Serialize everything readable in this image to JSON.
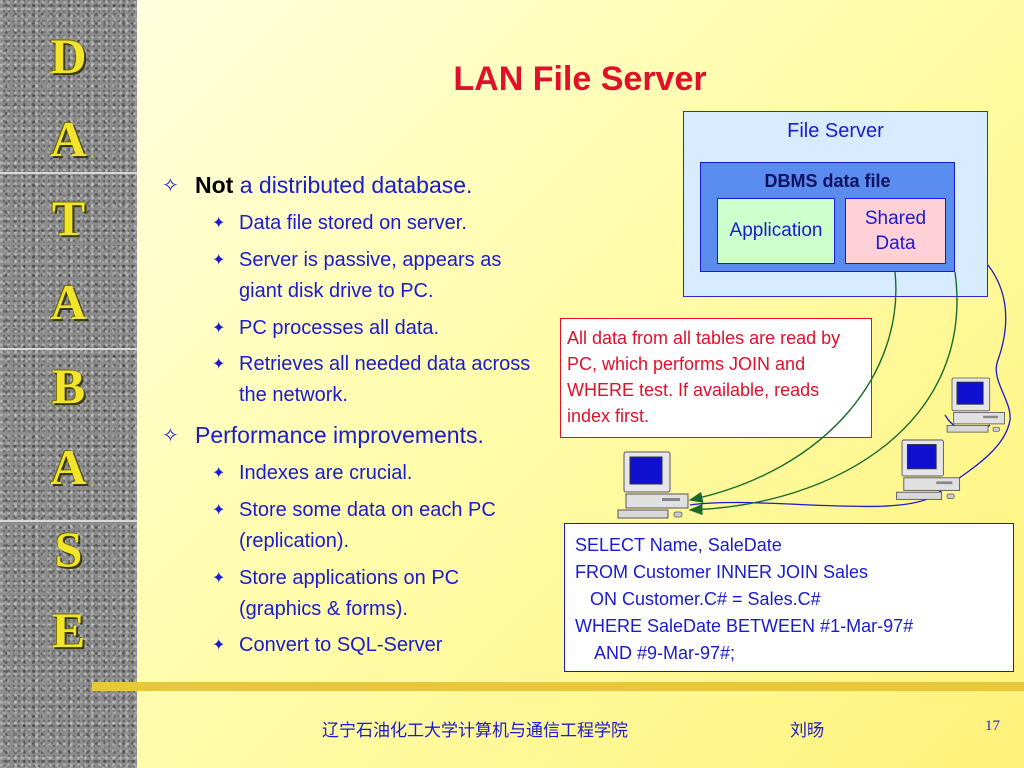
{
  "sidebar": {
    "letters": [
      "D",
      "A",
      "T",
      "A",
      "B",
      "A",
      "S",
      "E"
    ]
  },
  "slide": {
    "title": "LAN File Server",
    "page_number": "17"
  },
  "bullets": [
    {
      "emph": "Not",
      "text": " a distributed database.",
      "sub": [
        "Data file stored on server.",
        "Server is passive, appears as giant disk drive to PC.",
        "PC processes all data.",
        "Retrieves all needed data across the network."
      ]
    },
    {
      "emph": "",
      "text": "Performance improvements.",
      "sub": [
        "Indexes are crucial.",
        "Store some data on each PC (replication).",
        "Store applications on PC (graphics & forms).",
        "Convert to SQL-Server"
      ]
    }
  ],
  "bullet_symbols": {
    "level1": "✧",
    "level2": "✦"
  },
  "diagram": {
    "file_server_label": "File Server",
    "dbms_label": "DBMS data file",
    "application_label": "Application",
    "shared_data_line1": "Shared",
    "shared_data_line2": "Data",
    "note": "All data from all tables are read by PC, which performs JOIN and WHERE test.  If available, reads index first.",
    "sql_lines": [
      "SELECT Name, SaleDate",
      "FROM Customer INNER JOIN Sales",
      "   ON Customer.C# = Sales.C#",
      "WHERE SaleDate BETWEEN #1-Mar-97#",
      "    AND #9-Mar-97#;"
    ]
  },
  "footer": {
    "institution": "辽宁石油化工大学计算机与通信工程学院",
    "author": "刘旸"
  },
  "colors": {
    "title": "#e0102a",
    "text": "#1a1ad0",
    "accent_gold": "#e8c83a",
    "sidebar_letter": "#f2e42a"
  },
  "icons": [
    "pc-computer-icon"
  ]
}
